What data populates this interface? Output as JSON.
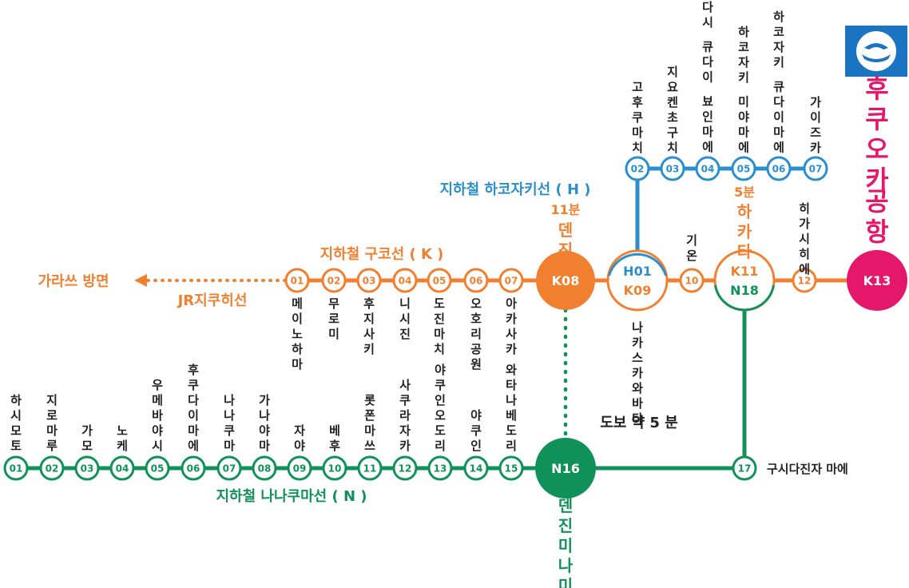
{
  "colors": {
    "orange": "#f08030",
    "blue": "#2a8fcc",
    "green": "#11915a",
    "pink": "#e5176a",
    "dark": "#222222"
  },
  "airport": {
    "name": "후쿠오카 공항",
    "code": "K13",
    "icon": "airplane-hand-icon"
  },
  "lines": {
    "kuko": {
      "name": "지하철 구코선 ( K )",
      "direction": "가라쓰 방면",
      "jr_label": "JR지쿠히선",
      "stations": [
        {
          "code": "01",
          "name": "메이노하마"
        },
        {
          "code": "02",
          "name": "무로미"
        },
        {
          "code": "03",
          "name": "후지사키"
        },
        {
          "code": "04",
          "name": "니시진"
        },
        {
          "code": "05",
          "name": "도진마치"
        },
        {
          "code": "06",
          "name": "오호리 공원"
        },
        {
          "code": "07",
          "name": "아카사카"
        },
        {
          "code": "10",
          "name": "기온"
        },
        {
          "code": "12",
          "name": "히가시히에"
        }
      ]
    },
    "hakozaki": {
      "name": "지하철 하코자키선 ( H )",
      "stations": [
        {
          "code": "02",
          "name": "고후쿠마치"
        },
        {
          "code": "03",
          "name": "지요켄초구치"
        },
        {
          "code": "04",
          "name": "마이다시 큐다이 뵤인마에"
        },
        {
          "code": "05",
          "name": "하코자키 미야마에"
        },
        {
          "code": "06",
          "name": "하코자키 큐다이마에"
        },
        {
          "code": "07",
          "name": "가이즈카"
        }
      ]
    },
    "nanakuma": {
      "name": "지하철 나나쿠마선 ( N )",
      "stations": [
        {
          "code": "01",
          "name": "하시모토"
        },
        {
          "code": "02",
          "name": "지로마루"
        },
        {
          "code": "03",
          "name": "가모"
        },
        {
          "code": "04",
          "name": "노케"
        },
        {
          "code": "05",
          "name": "우메바야시"
        },
        {
          "code": "06",
          "name": "후쿠다이마에"
        },
        {
          "code": "07",
          "name": "나나쿠마"
        },
        {
          "code": "08",
          "name": "가나야마"
        },
        {
          "code": "09",
          "name": "자야"
        },
        {
          "code": "10",
          "name": "베후"
        },
        {
          "code": "11",
          "name": "롯폰마쓰"
        },
        {
          "code": "12",
          "name": "사쿠라자카"
        },
        {
          "code": "13",
          "name": "야쿠인오도리"
        },
        {
          "code": "14",
          "name": "야쿠인"
        },
        {
          "code": "15",
          "name": "와타나베도리"
        },
        {
          "code": "17",
          "name": "구시다진자 마에"
        }
      ]
    }
  },
  "hubs": {
    "tenjin": {
      "code": "K08",
      "name": "덴진",
      "time": "11분"
    },
    "nakasu": {
      "code1": "H01",
      "code2": "K09",
      "name": "나카스카와바타"
    },
    "hakata": {
      "code1": "K11",
      "code2": "N18",
      "name": "하카타",
      "time": "5분"
    },
    "tenjinminami": {
      "code": "N16",
      "name": "덴진미나미"
    }
  },
  "walk_label": "도보 약 5 분"
}
